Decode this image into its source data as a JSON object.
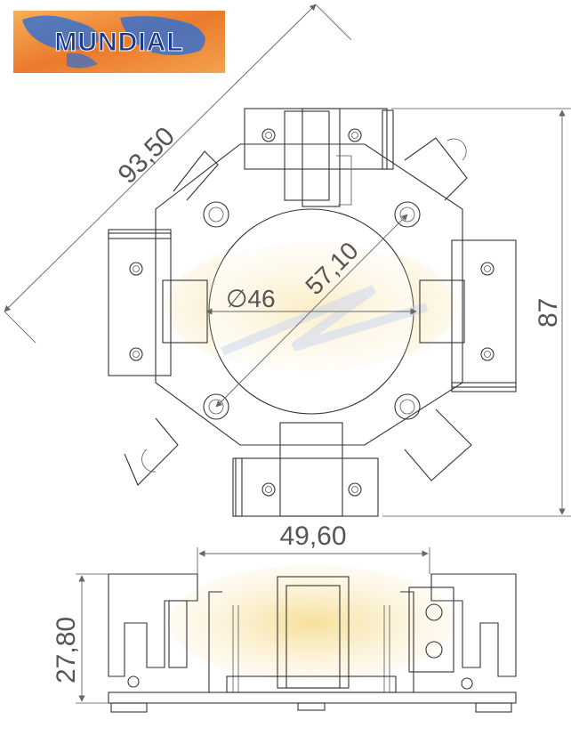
{
  "brand": {
    "name": "MUNDIAL"
  },
  "dimensions": {
    "diagonal_overall": "93,50",
    "bolt_circle": "57,10",
    "bore_diameter": "∅46",
    "height_overall": "87",
    "width_bottom": "49,60",
    "thickness": "27,80"
  },
  "colors": {
    "logo_blue": "#1b3a8c",
    "logo_orange": "#e8782a",
    "watermark": "#f3d98a",
    "line": "#333333"
  }
}
